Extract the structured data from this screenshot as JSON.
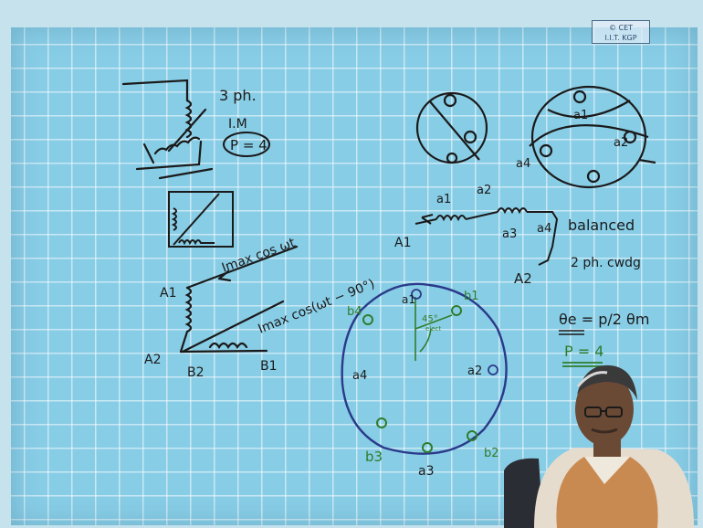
{
  "watermark": {
    "line1": "© CET",
    "line2": "I.I.T. KGP"
  },
  "board_text": {
    "phase": "3 ph.",
    "machine": "I.M",
    "poles": "P = 4",
    "coil_a1": "a1",
    "coil_a2": "a2",
    "coil_a3": "a3",
    "coil_a4": "a4",
    "terminal_A1": "A1",
    "terminal_A2": "A2",
    "balanced": "balanced",
    "two_ph": "2 ph. cwdg",
    "i_cos": "Imax cos ωt",
    "i_cos_shift": "Imax cos(ωt − 90°)",
    "lbl_A1": "A1",
    "lbl_A2": "A2",
    "lbl_B1": "B1",
    "lbl_B2": "B2",
    "angle": "45°",
    "angle_sub": "elect",
    "slot_a1": "a1",
    "slot_b1": "b1",
    "slot_b4": "b4",
    "slot_a4": "a4",
    "slot_a2": "a2",
    "slot_b3": "b3",
    "slot_a3": "a3",
    "slot_b2": "b2",
    "theta_e": "θe = p/2 θm",
    "p_eq": "P = 4"
  }
}
